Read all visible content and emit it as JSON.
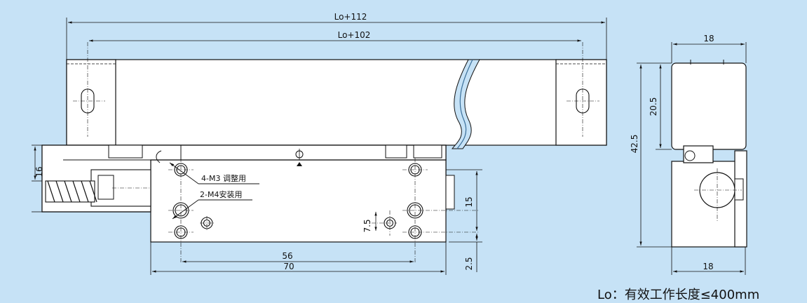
{
  "dimensions": {
    "overall_length": "Lo+112",
    "inner_length": "Lo+102",
    "side_width_top": "18",
    "side_width_bottom": "18",
    "side_upper_height": "20.5",
    "side_total_height": "42.5",
    "front_cable_height": "16",
    "hole_spacing": "56",
    "reader_length": "70",
    "vertical_15": "15",
    "vertical_7_5": "7.5",
    "vertical_2_5": "2.5"
  },
  "notes": {
    "adjust_holes": "4-M3 调整用",
    "mount_holes": "2-M4安装用"
  },
  "caption": "Lo：有效工作长度≤400mm",
  "colors": {
    "background": "#c6e2f6",
    "line": "#111111",
    "scale_fill": "#ffffff"
  }
}
